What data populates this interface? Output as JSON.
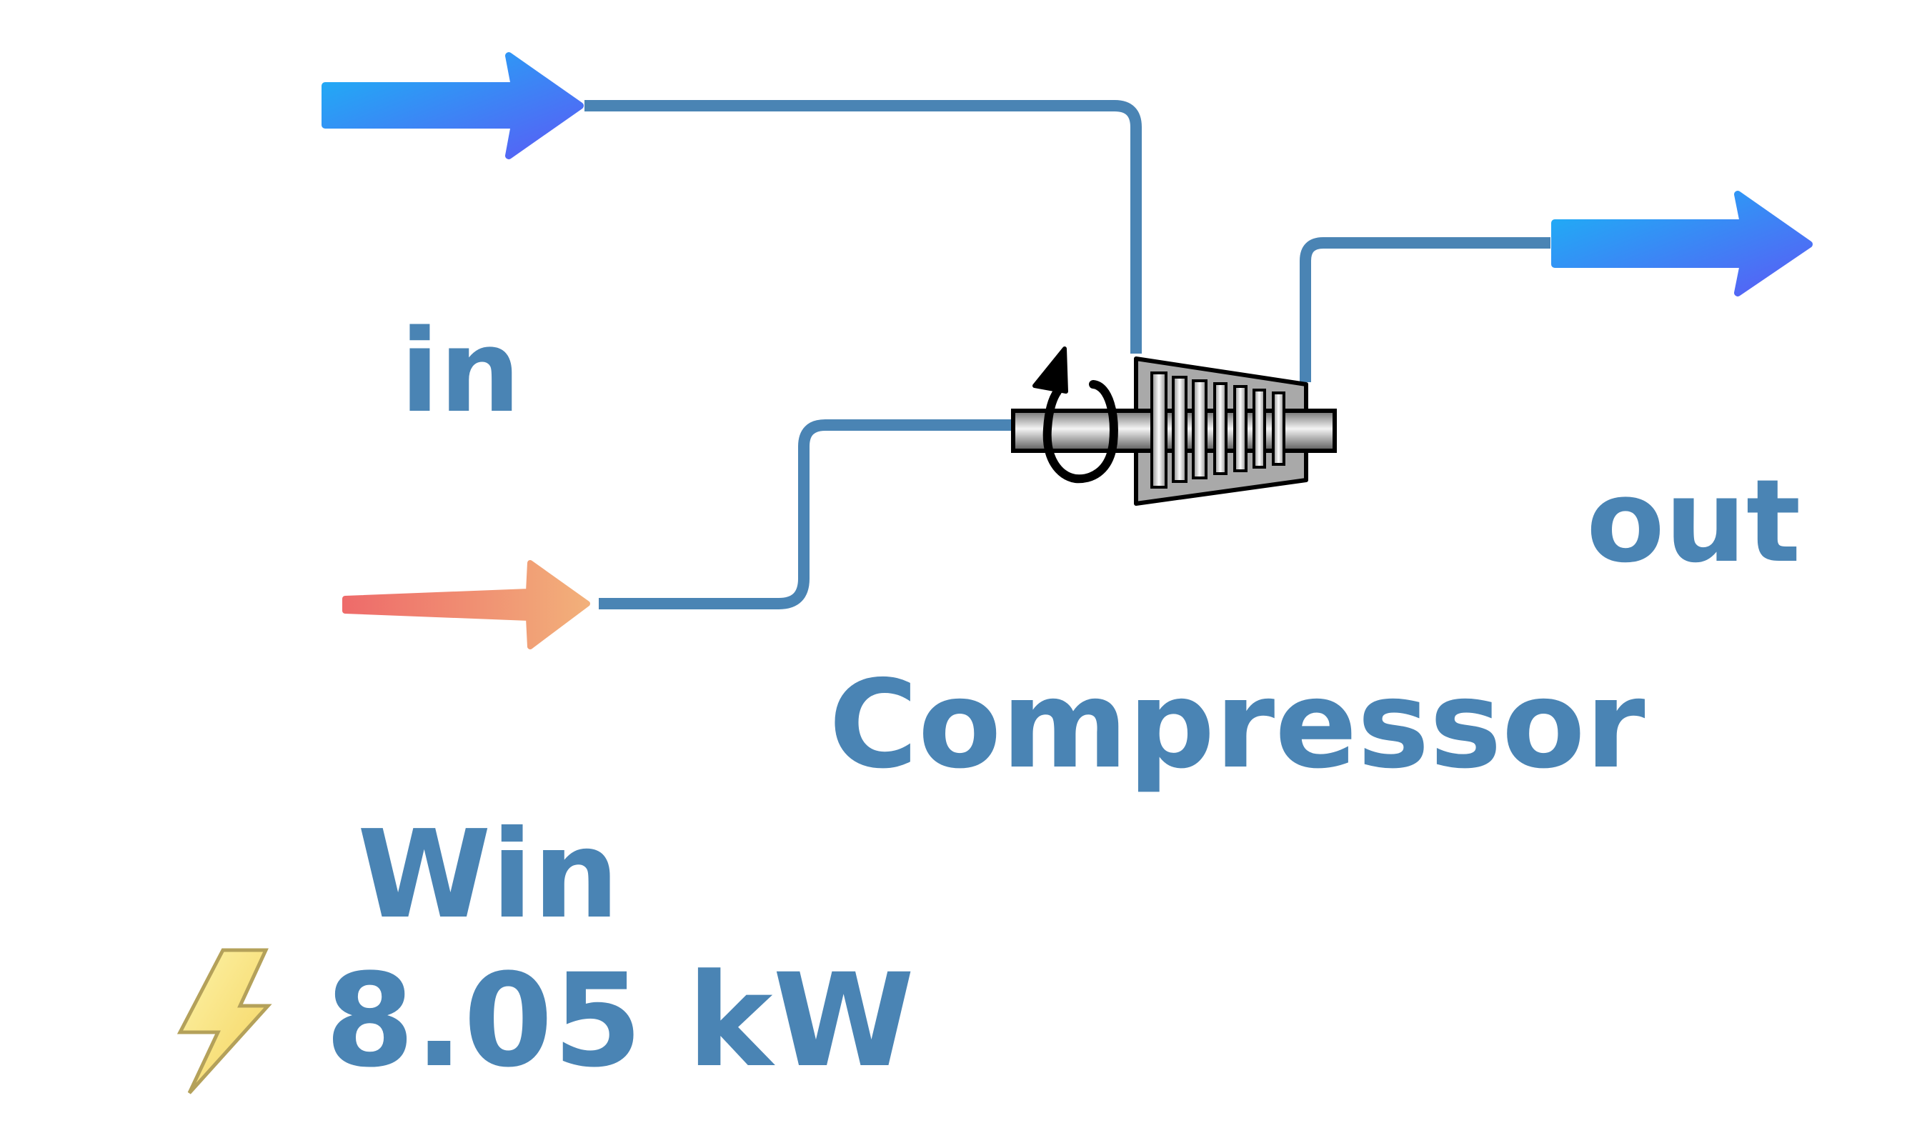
{
  "diagram": {
    "inlet_label": "in",
    "outlet_label": "out",
    "unit_name": "Compressor",
    "power_label": "Win",
    "power_value": "8.05 kW"
  },
  "icons": {
    "inlet_arrow": "inlet-arrow-icon",
    "outlet_arrow": "outlet-arrow-icon",
    "power_arrow": "power-arrow-icon",
    "compressor": "compressor-icon",
    "lightning": "lightning-icon",
    "rotation": "rotation-arrow-icon"
  },
  "colors": {
    "stream_line": "#4a84b4",
    "material_arrow_start": "#1aa8f5",
    "material_arrow_end": "#5560f5",
    "energy_arrow_start": "#ee6f6a",
    "energy_arrow_end": "#f2ad79",
    "label_text": "#4a84b4",
    "lightning_fill": "#f9e27c"
  }
}
